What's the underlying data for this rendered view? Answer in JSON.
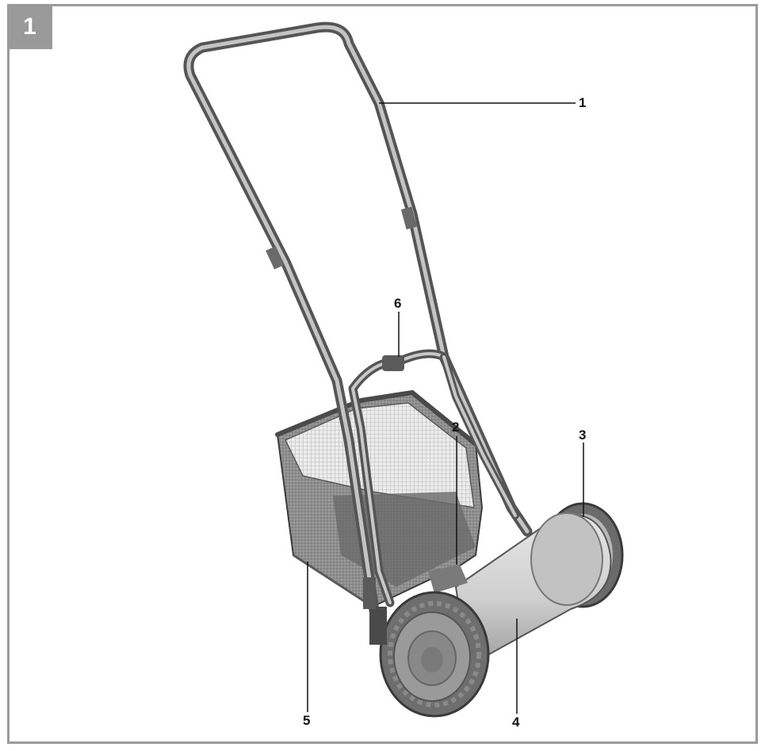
{
  "figure": {
    "number": "1"
  },
  "callouts": [
    "1",
    "2",
    "3",
    "4",
    "5",
    "6"
  ],
  "colors": {
    "frame": "#9a9a9a",
    "metal": "#6e6e6e",
    "metal_light": "#b5b5b5",
    "tire": "#7a7a7a",
    "tire_dark": "#4a4a4a",
    "drum": "#d0d0d0",
    "basket_mesh": "#8c8c8c",
    "basket_light": "#e2e2e2"
  }
}
